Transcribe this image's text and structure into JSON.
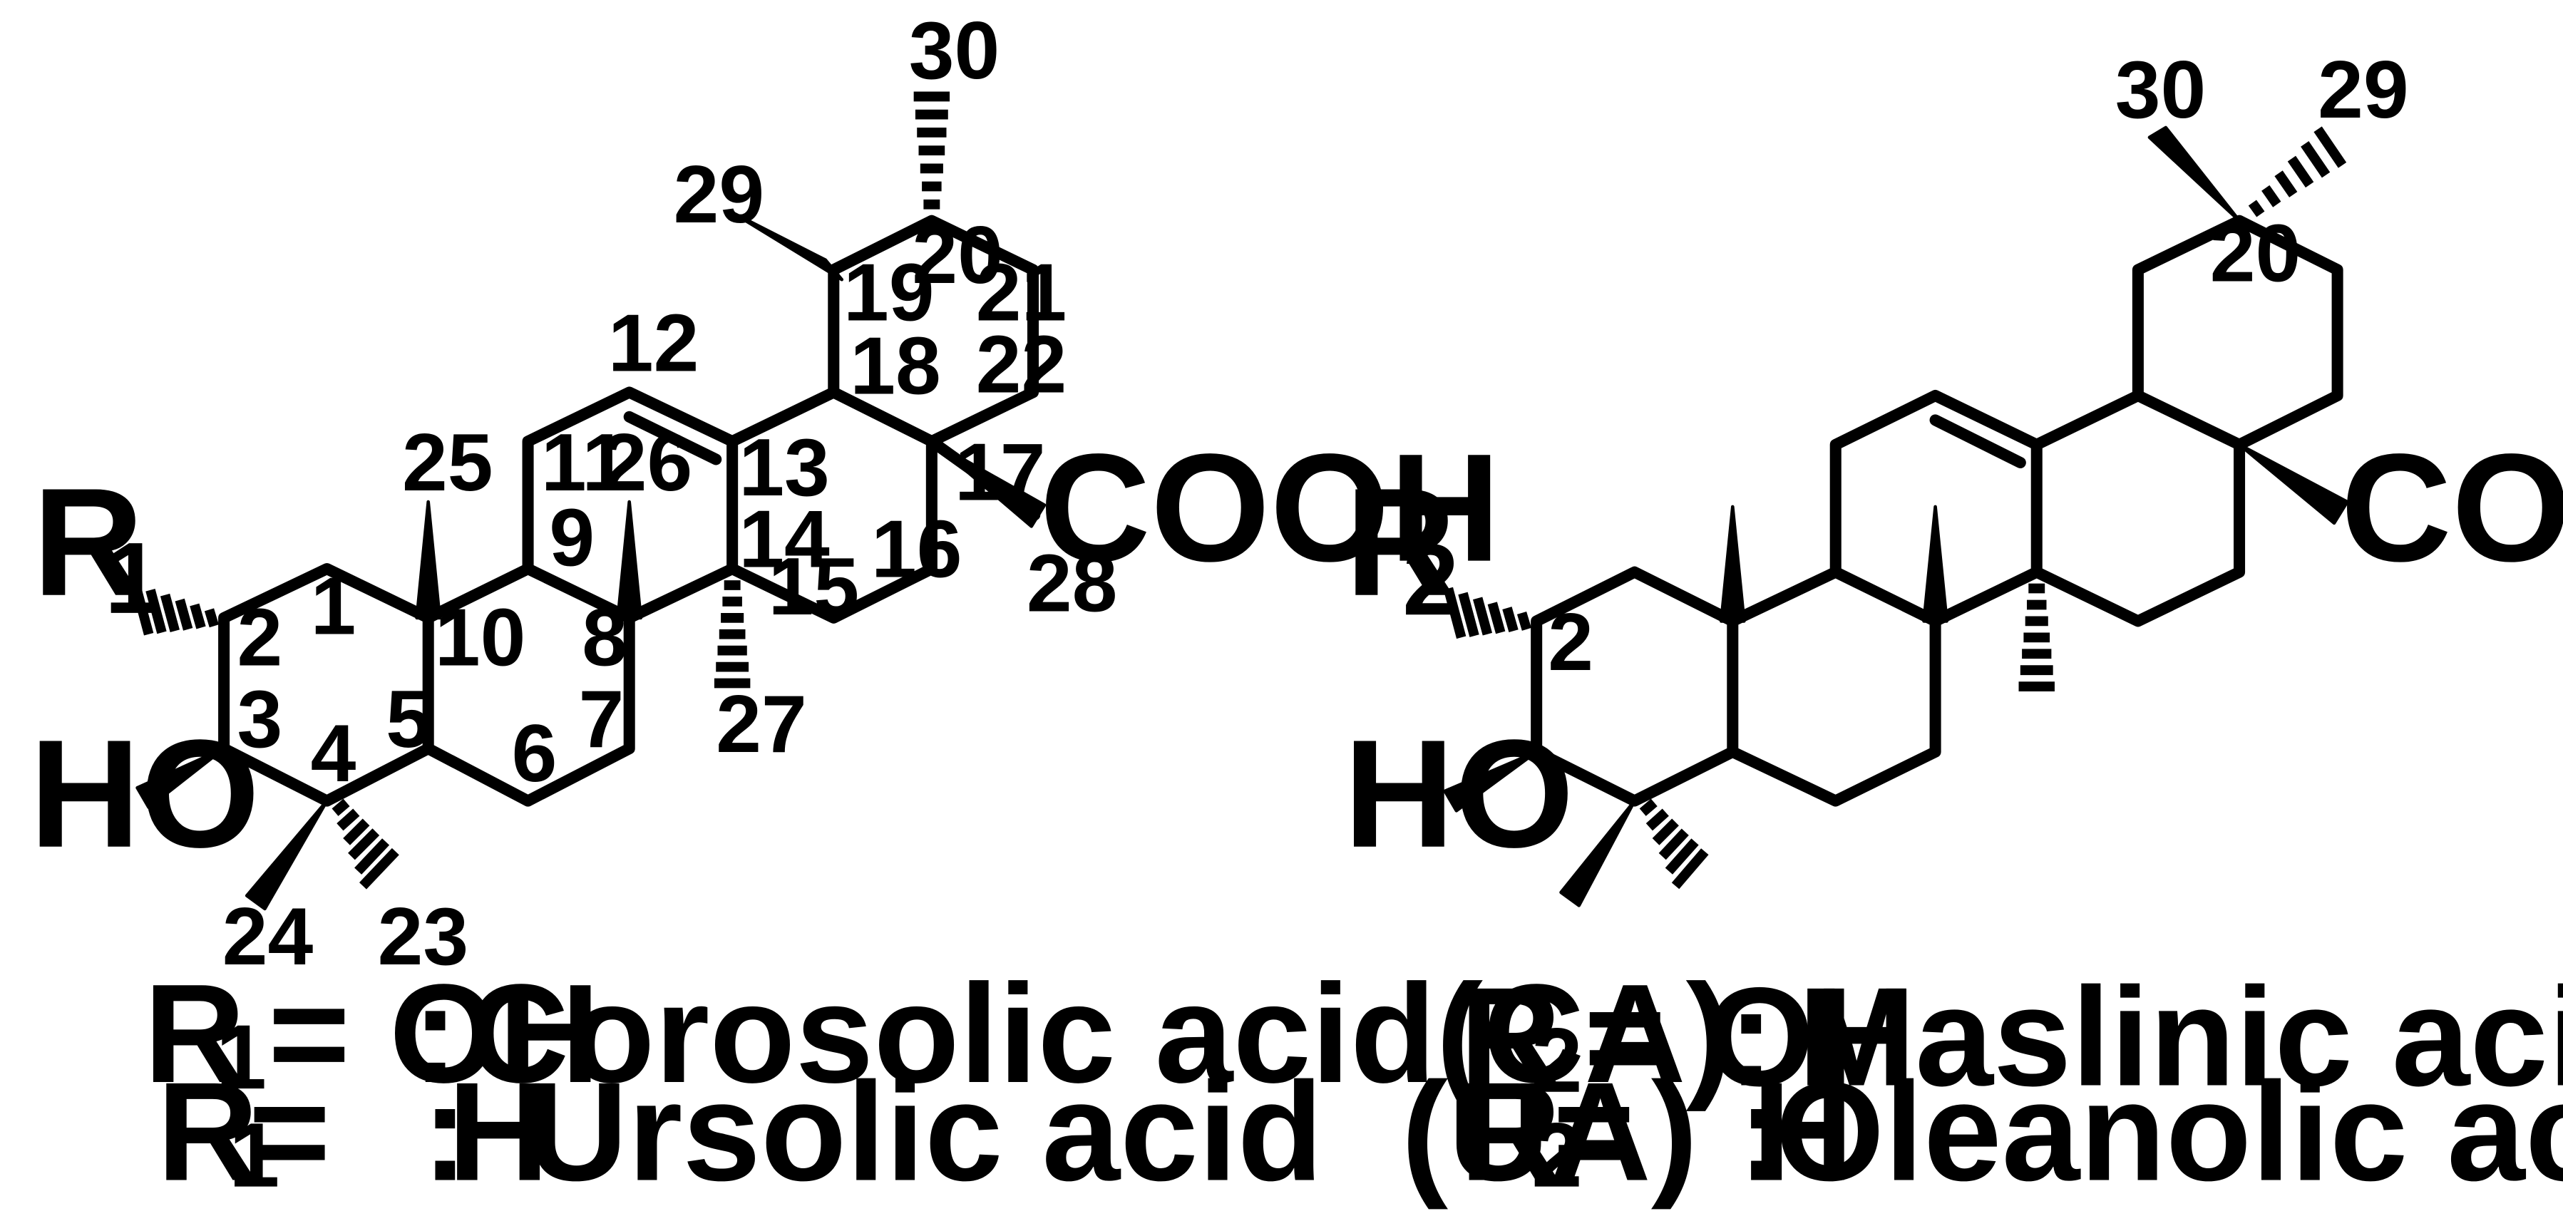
{
  "left_structure": {
    "r_label": "R",
    "r_sub": "1",
    "ho": "HO",
    "cooh": "COOH",
    "numbers": {
      "n1": "1",
      "n2": "2",
      "n3": "3",
      "n4": "4",
      "n5": "5",
      "n6": "6",
      "n7": "7",
      "n8": "8",
      "n9": "9",
      "n10": "10",
      "n11": "11",
      "n12": "12",
      "n13": "13",
      "n14": "14",
      "n15": "15",
      "n16": "16",
      "n17": "17",
      "n18": "18",
      "n19": "19",
      "n20": "20",
      "n21": "21",
      "n22": "22",
      "n23": "23",
      "n24": "24",
      "n25": "25",
      "n26": "26",
      "n27": "27",
      "n28": "28",
      "n29": "29",
      "n30": "30"
    }
  },
  "right_structure": {
    "r_label": "R",
    "r_sub": "2",
    "ho": "HO",
    "cooh": "COOH",
    "numbers": {
      "n2": "2",
      "n20": "20",
      "n29": "29",
      "n30": "30"
    }
  },
  "legend_left": [
    {
      "r": "R",
      "sub": "1",
      "eq": "= OH",
      "sep": ":",
      "name": "Corosolic acid(CA)"
    },
    {
      "r": "R",
      "sub": "1",
      "eq": "=   H",
      "sep": ":",
      "name": "Ursolic acid  (UA)"
    }
  ],
  "legend_right": [
    {
      "r": "R",
      "sub": "2",
      "eq": "= OH",
      "sep": ":",
      "name": "Maslinic acid (MA)"
    },
    {
      "r": "R",
      "sub": "2",
      "eq": "=   H",
      "sep": ":",
      "name": "Oleanolic acid(OA)"
    }
  ]
}
